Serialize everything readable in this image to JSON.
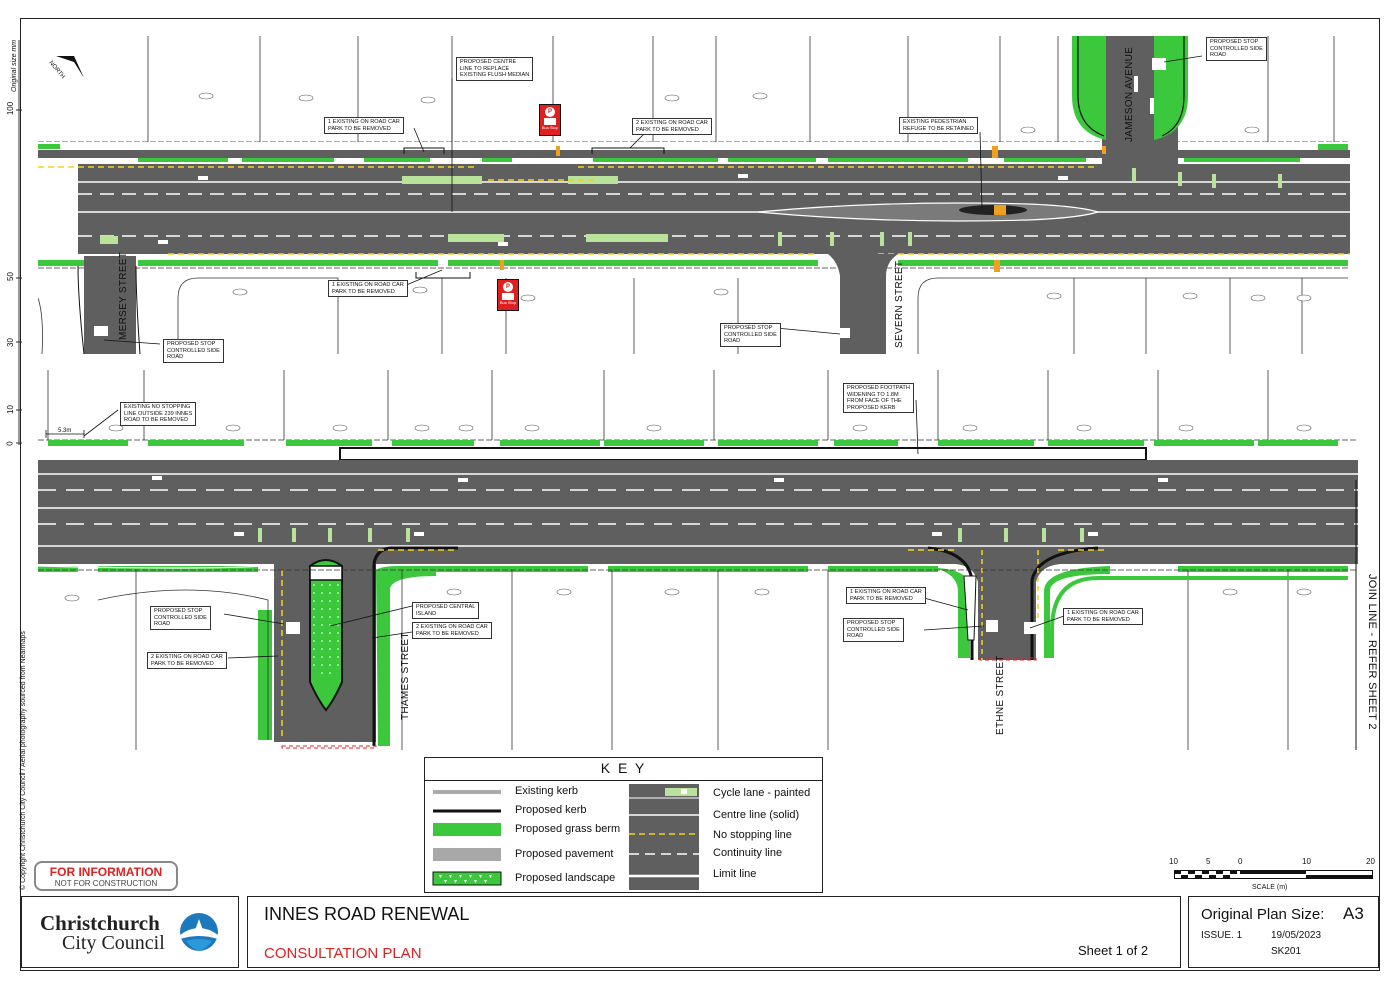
{
  "title_block": {
    "project": "INNES ROAD RENEWAL",
    "subtitle": "CONSULTATION PLAN",
    "sheet": "Sheet   1  of   2",
    "plan_size_label": "Original Plan Size:",
    "plan_size_value": "A3",
    "issue": "ISSUE.  1",
    "date": "19/05/2023",
    "drawing_no": "SK201",
    "council_line1": "Christchurch",
    "council_line2": "City Council"
  },
  "stamp": {
    "line1": "FOR INFORMATION",
    "line2": "NOT FOR CONSTRUCTION"
  },
  "copyright": "© Copyright Christchurch City Council  /  Aerial photography sourced from Nearmaps",
  "original_size_label": "Original size mm",
  "ruler_ticks": [
    "100",
    "50",
    "30",
    "10",
    "0"
  ],
  "north_label": "NORTH",
  "join_line": "JOIN LINE - REFER SHEET 2",
  "scale": {
    "labels": [
      "10",
      "5",
      "0",
      "10",
      "20"
    ],
    "caption": "SCALE (m)"
  },
  "streets": {
    "mersey": "MERSEY STREET",
    "severn": "SEVERN STREET",
    "jameson": "JAMESON AVENUE",
    "thames": "THAMES STREET",
    "ethne": "ETHNE STREET"
  },
  "bus_stop_label": "Bus Stop",
  "callouts": {
    "c1": "PROPOSED CENTRE\nLINE TO REPLACE\nEXISTING FLUSH MEDIAN",
    "c2": "1 EXISTING ON ROAD CAR\nPARK TO BE REMOVED",
    "c3": "2 EXISTING ON ROAD CAR\nPARK TO BE REMOVED",
    "c4": "EXISTING PEDESTRIAN\nREFUGE TO BE RETAINED",
    "c5": "PROPOSED STOP\nCONTROLLED SIDE\nROAD",
    "c6": "1 EXISTING ON ROAD CAR\nPARK TO BE REMOVED",
    "c7": "PROPOSED STOP\nCONTROLLED SIDE\nROAD",
    "c8": "PROPOSED STOP\nCONTROLLED SIDE\nROAD",
    "c9": "EXISTING NO STOPPING\nLINE OUTSIDE 239 INNES\nROAD TO BE REMOVED",
    "c10": "PROPOSED FOOTPATH\nWIDENING TO 1.8m\nFROM FACE OF THE\nPROPOSED KERB",
    "c11": "PROPOSED STOP\nCONTROLLED SIDE\nROAD",
    "c12": "2 EXISTING ON ROAD CAR\nPARK TO BE REMOVED",
    "c13": "PROPOSED CENTRAL\nISLAND",
    "c14": "2 EXISTING ON ROAD CAR\nPARK TO BE REMOVED",
    "c15": "1 EXISTING ON ROAD CAR\nPARK TO BE REMOVED",
    "c16": "PROPOSED STOP\nCONTROLLED SIDE\nROAD",
    "c17": "1 EXISTING ON ROAD CAR\nPARK TO BE REMOVED"
  },
  "dimension_label": "5.3m",
  "key": {
    "title": "K E Y",
    "left": [
      "Existing kerb",
      "Proposed kerb",
      "Proposed grass berm",
      "Proposed pavement",
      "Proposed landscape"
    ],
    "right": [
      "Cycle lane - painted",
      "Centre line (solid)",
      "No stopping line",
      "Continuity line",
      "Limit line"
    ]
  },
  "colors": {
    "road": "#5f5f5f",
    "berm": "#3cc83c",
    "cycle": "#b9e39b",
    "yellow": "#f5d21e",
    "red": "#e02020",
    "orange": "#f0a020",
    "council_red": "#d81e1e",
    "council_blue": "#1e78be"
  },
  "icons": [
    "north-arrow-icon",
    "bus-stop-icon",
    "council-logo-icon"
  ]
}
